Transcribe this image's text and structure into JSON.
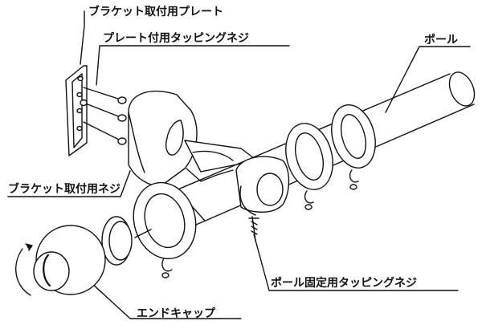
{
  "labels": {
    "bracket_plate": "ブラケット取付用プレート",
    "plate_tapping_screw": "プレート付用タッピングネジ",
    "pole": "ポール",
    "bracket_screw": "ブラケット取付用ネジ",
    "pole_fix_tapping_screw": "ポール固定用タッピングネジ",
    "end_cap": "エンドキャップ"
  },
  "colors": {
    "line": "#111111",
    "fill": "#ffffff",
    "shade": "#d9d9d9"
  }
}
